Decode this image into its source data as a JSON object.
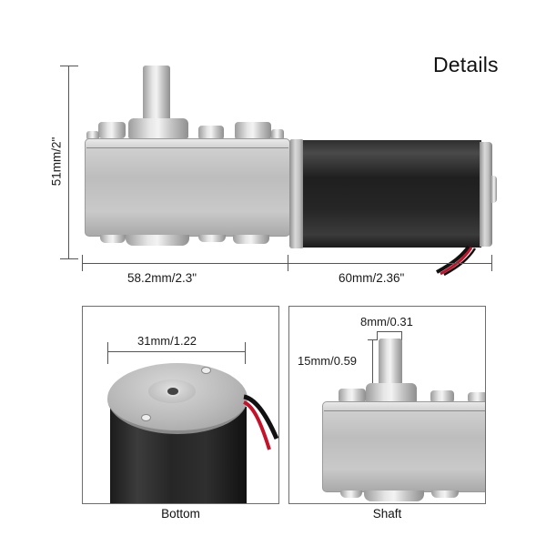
{
  "title": "Details",
  "main_view": {
    "height_label": "51mm/2\"",
    "gearbox_length_label": "58.2mm/2.3\"",
    "motor_length_label": "60mm/2.36\""
  },
  "panels": [
    {
      "id": "bottom",
      "caption": "Bottom",
      "dimensions": {
        "diameter_label": "31mm/1.22"
      }
    },
    {
      "id": "shaft",
      "caption": "Shaft",
      "dimensions": {
        "shaft_diameter_label": "8mm/0.31",
        "shaft_length_label": "15mm/0.59"
      }
    }
  ],
  "colors": {
    "dimension_line": "#555555",
    "panel_border": "#6d6d6d",
    "motor_body": "#262626",
    "gearbox_steel": "#c4c4c4",
    "wire_red": "#c4122a",
    "wire_black": "#111111"
  }
}
